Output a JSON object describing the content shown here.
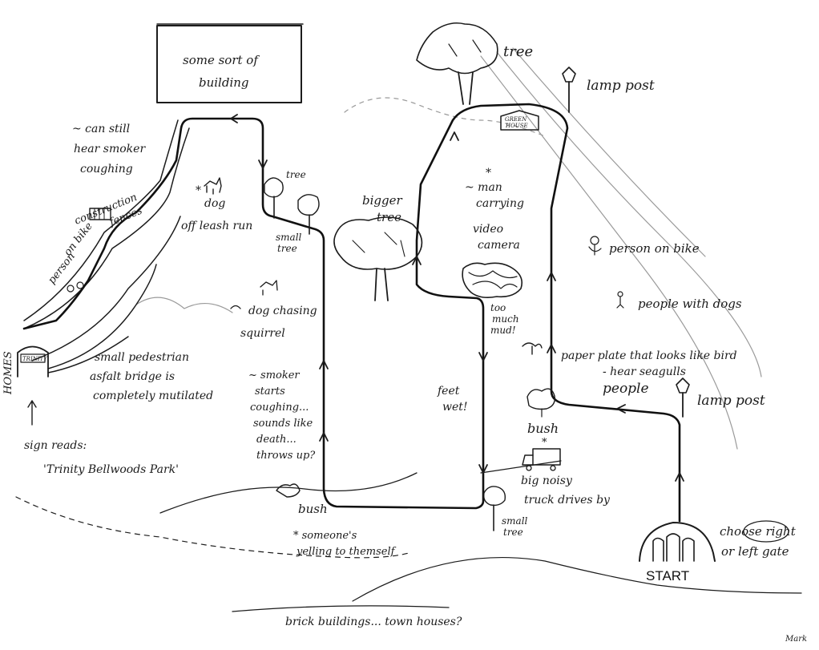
{
  "labels": {
    "building": [
      "some sort of",
      "building"
    ],
    "tree_top": "tree",
    "lamp_post_top": "lamp post",
    "smoker_cough": [
      "~ can still",
      "hear smoker",
      "coughing"
    ],
    "construction": [
      "construction",
      "fences"
    ],
    "dog_leash": [
      "dog",
      "off leash run"
    ],
    "tree_small_mid": "tree",
    "small_tree_mid": [
      "small",
      "tree"
    ],
    "bigger_tree": [
      "bigger",
      "tree"
    ],
    "man_carrying": [
      "~ man",
      "carrying"
    ],
    "video_camera": [
      "video",
      "camera"
    ],
    "person_bike_left": [
      "person",
      "on bike"
    ],
    "person_bike_right": "person on bike",
    "people_dogs": "people with dogs",
    "dog_squirrel": [
      "dog chasing",
      "squirrel"
    ],
    "too_much_mud": [
      "too",
      "much",
      "mud!"
    ],
    "homes": "HOMES",
    "gate_sign": "TRINITY",
    "bridge": [
      "small pedestrian",
      "asfalt bridge is",
      "completely mutilated"
    ],
    "sign_reads": [
      "sign reads:",
      "'Trinity Bellwoods Park'"
    ],
    "smoker_starts": [
      "~ smoker",
      "starts",
      "coughing...",
      "sounds like",
      "death...",
      "throws up?"
    ],
    "feet_wet": [
      "feet",
      "wet!"
    ],
    "paper_plate": [
      "paper plate that looks like bird",
      "- hear seagulls"
    ],
    "people": "people",
    "lamp_post_right": "lamp post",
    "bush_right": "bush",
    "truck": [
      "big noisy",
      "truck drives by"
    ],
    "bush_left": "bush",
    "small_tree_bottom": [
      "small",
      "tree"
    ],
    "yelling": [
      "* someone's",
      "yelling to themself"
    ],
    "choose_gate": [
      "choose right",
      "or left gate"
    ],
    "start": "START",
    "brick": "brick buildings... town houses?",
    "signature": "Mark",
    "shelter": [
      "GREEN",
      "HOUSE"
    ]
  },
  "icons": [
    "tree-icon",
    "lamp-post-icon",
    "dog-icon",
    "squirrel-icon",
    "fence-icon",
    "person-on-bike-icon",
    "people-with-dogs-icon",
    "bird-icon",
    "bush-icon",
    "truck-icon",
    "gate-icon",
    "building-icon",
    "mud-icon",
    "star-icon"
  ]
}
